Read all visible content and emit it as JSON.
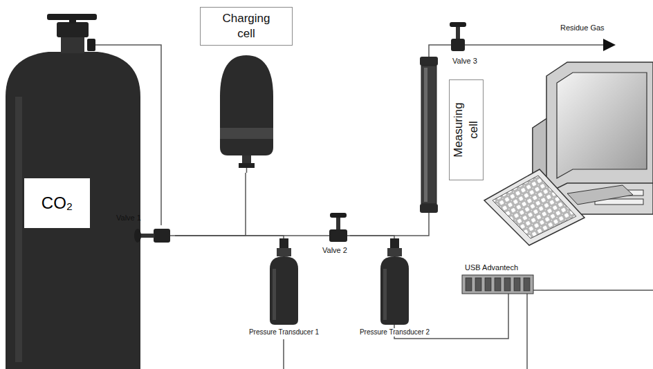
{
  "diagram": {
    "nodes": [
      {
        "text": [
          "CO₂"
        ]
      },
      {
        "text": [
          "Charging cell"
        ]
      },
      {
        "text": [
          "Measuring cell"
        ]
      },
      {
        "text": [
          "Valve 1"
        ]
      },
      {
        "text": [
          "Valve 2"
        ]
      },
      {
        "text": [
          "Valve 3"
        ]
      },
      {
        "text": [
          "Pressure Transducer 1"
        ]
      },
      {
        "text": [
          "Pressure Transducer 2"
        ]
      },
      {
        "text": [
          "USB Advantech"
        ]
      }
    ],
    "edges": [
      {
        "from": 0,
        "to": 3,
        "arrow": "none"
      },
      {
        "from": 3,
        "to": 1,
        "arrow": "none"
      },
      {
        "from": 3,
        "to": 6,
        "arrow": "none"
      },
      {
        "from": 3,
        "to": 4,
        "arrow": "none"
      },
      {
        "from": 4,
        "to": 7,
        "arrow": "none"
      },
      {
        "from": 4,
        "to": 2,
        "arrow": "none"
      },
      {
        "from": 2,
        "to": 5,
        "arrow": "none"
      },
      {
        "from": 7,
        "to": 8,
        "arrow": "none"
      }
    ],
    "labels": [
      "Residue Gas"
    ]
  }
}
